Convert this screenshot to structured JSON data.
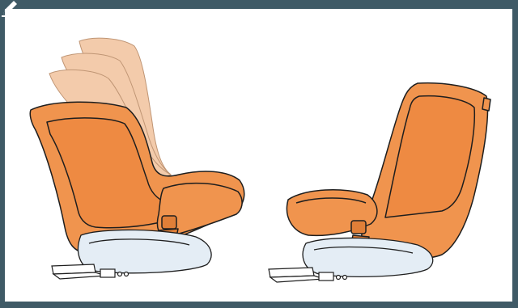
{
  "colors": {
    "frame": "#3f5a66",
    "panel": "#ffffff",
    "seat_orange": "#f0944e",
    "seat_orange_ghost": "#f2c6a2",
    "base_blue": "#e4edf5",
    "outline": "#1e1e1e"
  },
  "icons": {
    "corner": "pencil-icon"
  },
  "figures": [
    {
      "name": "reclining-car-seat",
      "reclined_positions_shown": 4
    },
    {
      "name": "upright-car-seat"
    }
  ]
}
